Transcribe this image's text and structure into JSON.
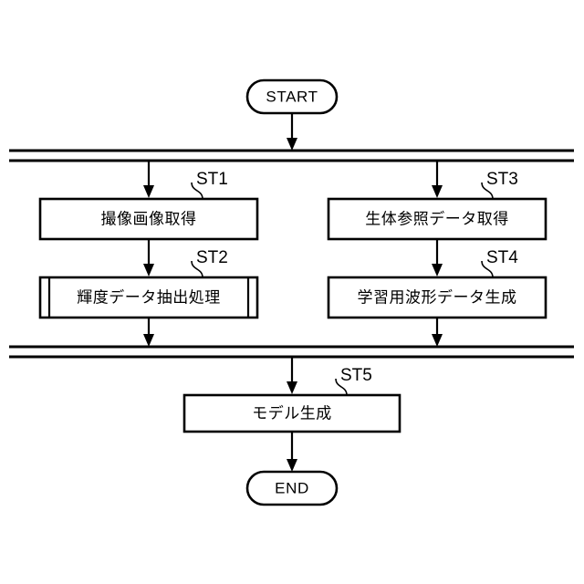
{
  "diagram": {
    "type": "flowchart",
    "title": "",
    "orientation": "top-to-bottom",
    "background_color": "#ffffff",
    "line_color": "#000000",
    "terminators": {
      "start": {
        "label": "START",
        "shape": "stadium"
      },
      "end": {
        "label": "END",
        "shape": "stadium"
      }
    },
    "fork_bar": {
      "name": "parallel-fork-bar",
      "style": "double-horizontal-line"
    },
    "join_bar": {
      "name": "parallel-join-bar",
      "style": "double-horizontal-line"
    },
    "steps": [
      {
        "ref": "ST1",
        "label": "撮像画像取得",
        "shape": "process",
        "branch": "left"
      },
      {
        "ref": "ST2",
        "label": "輝度データ抽出処理",
        "shape": "predefined-process",
        "branch": "left"
      },
      {
        "ref": "ST3",
        "label": "生体参照データ取得",
        "shape": "process",
        "branch": "right"
      },
      {
        "ref": "ST4",
        "label": "学習用波形データ生成",
        "shape": "process",
        "branch": "right"
      },
      {
        "ref": "ST5",
        "label": "モデル生成",
        "shape": "process",
        "branch": "merged"
      }
    ]
  }
}
